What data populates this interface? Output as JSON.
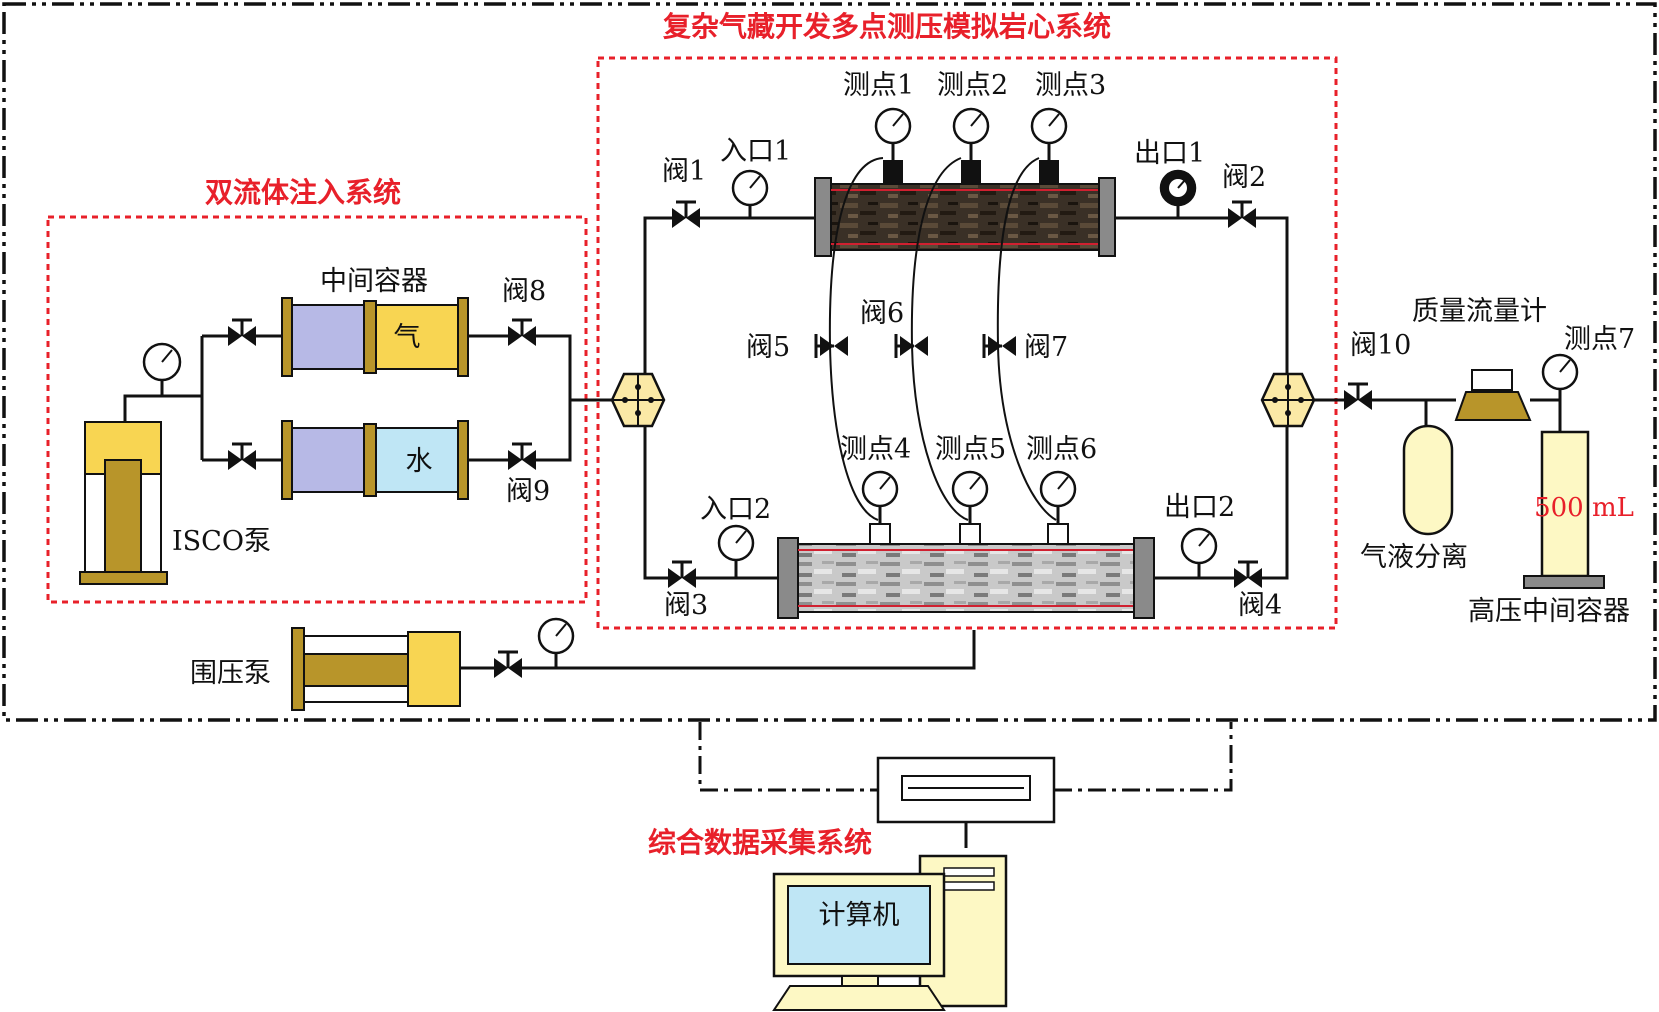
{
  "titles": {
    "core_system": "复杂气藏开发多点测压模拟岩心系统",
    "injection_system": "双流体注入系统",
    "data_system": "综合数据采集系统"
  },
  "labels": {
    "intermediate_container": "中间容器",
    "gas": "气",
    "water": "水",
    "isco_pump": "ISCO泵",
    "confining_pump": "围压泵",
    "valve1": "阀1",
    "valve2": "阀2",
    "valve3": "阀3",
    "valve4": "阀4",
    "valve5": "阀5",
    "valve6": "阀6",
    "valve7": "阀7",
    "valve8": "阀8",
    "valve9": "阀9",
    "valve10": "阀10",
    "inlet1": "入口1",
    "inlet2": "入口2",
    "outlet1": "出口1",
    "outlet2": "出口2",
    "point1": "测点1",
    "point2": "测点2",
    "point3": "测点3",
    "point4": "测点4",
    "point5": "测点5",
    "point6": "测点6",
    "point7": "测点7",
    "mass_flowmeter": "质量流量计",
    "separator": "气液分离",
    "volume": "500 mL",
    "hp_container": "高压中间容器",
    "computer": "计算机"
  },
  "colors": {
    "title_red": "#e8202a",
    "pump_yellow": "#f8d552",
    "piston_olive": "#b8952a",
    "gas_lavender": "#b7b9e6",
    "water_blue": "#bfe6f5",
    "cream": "#fdf8c4",
    "screen_blue": "#bfe6f5",
    "hub_yellow": "#fbe9a6"
  }
}
